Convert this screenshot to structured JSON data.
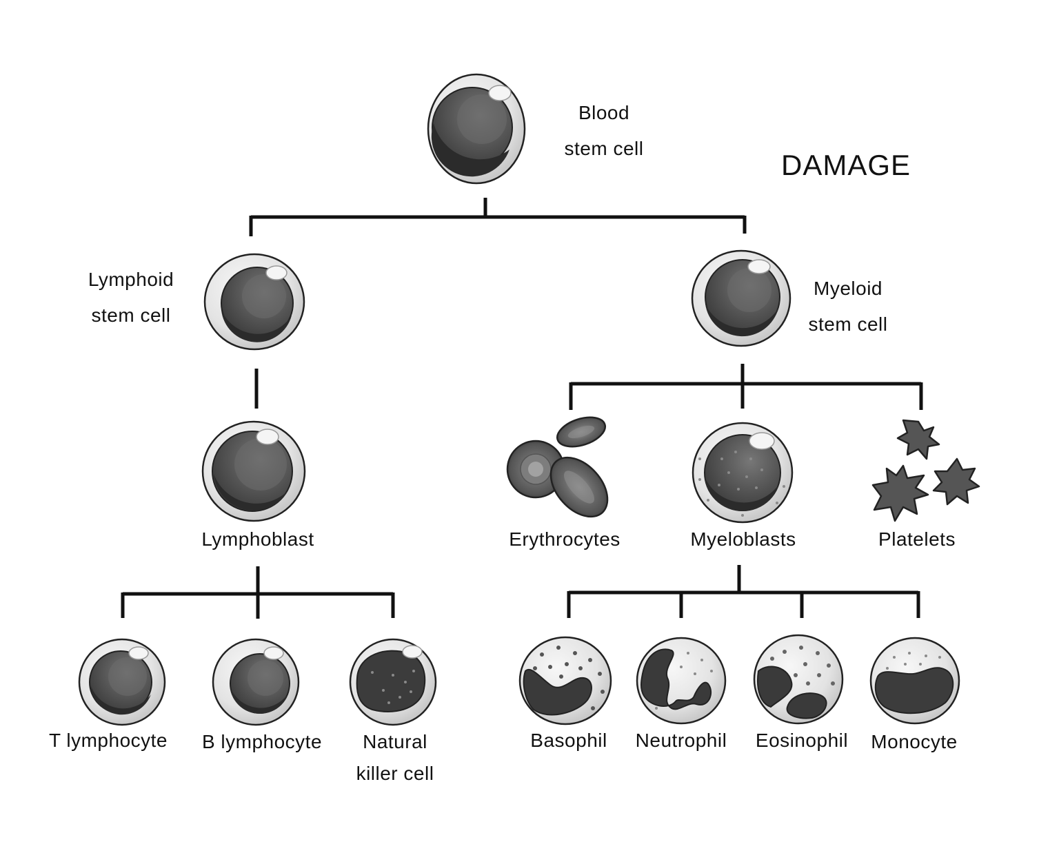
{
  "title": "DAMAGE",
  "nodes": {
    "blood_stem_cell": [
      "Blood",
      "stem cell"
    ],
    "lymphoid_stem_cell": [
      "Lymphoid",
      "stem cell"
    ],
    "myeloid_stem_cell": [
      "Myeloid",
      "stem cell"
    ],
    "lymphoblast": "Lymphoblast",
    "erythrocytes": "Erythrocytes",
    "myeloblasts": "Myeloblasts",
    "platelets": "Platelets",
    "t_lymphocyte": "T lymphocyte",
    "b_lymphocyte": "B lymphocyte",
    "natural_killer_cell": [
      "Natural",
      "killer cell"
    ],
    "basophil": "Basophil",
    "neutrophil": "Neutrophil",
    "eosinophil": "Eosinophil",
    "monocyte": "Monocyte"
  },
  "colors": {
    "line": "#111111",
    "membrane": "#dcdcdc",
    "nucleus": "#4a4a4a",
    "nucleus_shadow": "#2b2b2b",
    "granule": "#8a8a8a"
  }
}
